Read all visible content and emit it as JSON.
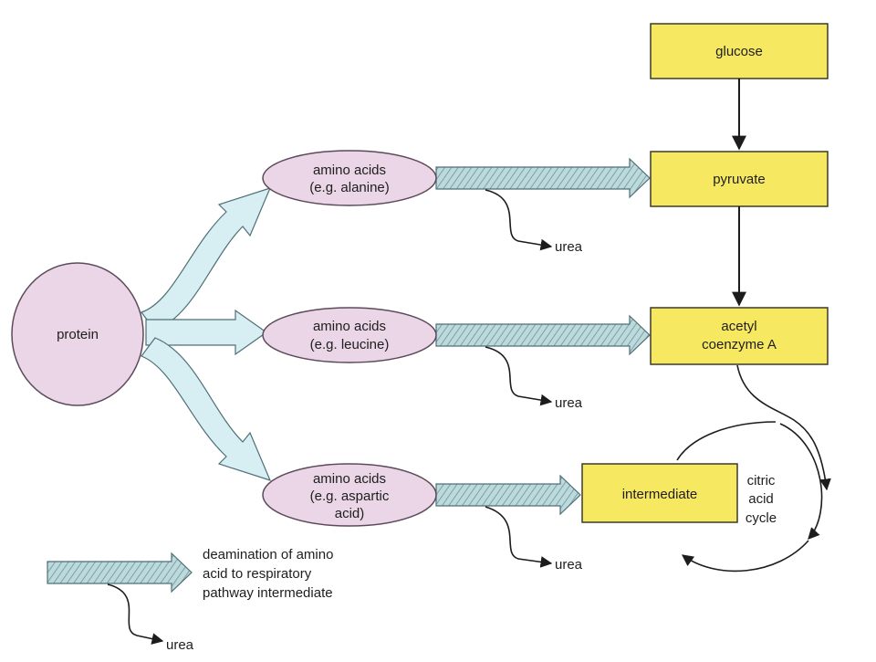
{
  "colors": {
    "background": "#ffffff",
    "ellipse_fill": "#ead6e6",
    "ellipse_stroke": "#5c4a5a",
    "box_fill": "#f7e862",
    "box_stroke": "#3a3a2a",
    "branch_arrow_fill": "#d7eef2",
    "branch_arrow_stroke": "#4f6f77",
    "deam_arrow_fill": "#bcd9dc",
    "deam_arrow_hatch": "#7da1a6",
    "line": "#1c1c1c"
  },
  "nodes": {
    "protein": "protein",
    "aa1": [
      "amino acids",
      "(e.g. alanine)"
    ],
    "aa2": [
      "amino acids",
      "(e.g. leucine)"
    ],
    "aa3": [
      "amino acids",
      "(e.g. aspartic",
      "acid)"
    ],
    "glucose": "glucose",
    "pyruvate": "pyruvate",
    "acetyl": [
      "acetyl",
      "coenzyme A"
    ],
    "intermediate": "intermediate",
    "cycle": [
      "citric",
      "acid",
      "cycle"
    ]
  },
  "urea_labels": [
    "urea",
    "urea",
    "urea"
  ],
  "legend": {
    "lines": [
      "deamination of amino",
      "acid to respiratory",
      "pathway intermediate"
    ],
    "urea": "urea"
  }
}
